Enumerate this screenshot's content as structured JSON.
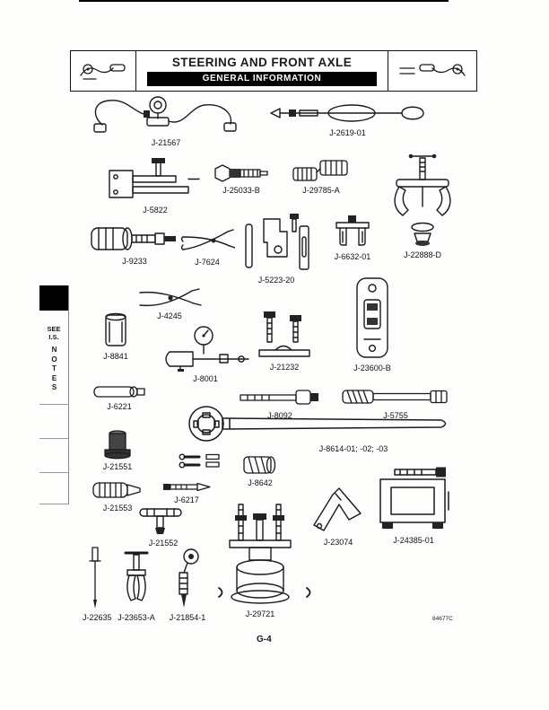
{
  "header": {
    "title": "STEERING AND FRONT AXLE",
    "subtitle": "GENERAL INFORMATION"
  },
  "side_tab": {
    "see": "SEE",
    "is": "I.S.",
    "notes": "NOTES"
  },
  "tools": [
    {
      "label": "J-21567",
      "icon": "pressure-gauge-hose-assembly"
    },
    {
      "label": "J-2619-01",
      "icon": "slide-hammer"
    },
    {
      "label": "J-5822",
      "icon": "remover-plate-tool"
    },
    {
      "label": "J-25033-B",
      "icon": "threaded-adapter"
    },
    {
      "label": "J-29785-A",
      "icon": "knurled-coupler"
    },
    {
      "label": "J-9233",
      "icon": "bushing-installer"
    },
    {
      "label": "J-7624",
      "icon": "snap-ring-pliers"
    },
    {
      "label": "J-5223-20",
      "icon": "installer-set"
    },
    {
      "label": "J-6632-01",
      "icon": "clamp-yoke"
    },
    {
      "label": "J-22888-D",
      "icon": "jaw-puller-with-cone"
    },
    {
      "label": "J-4245",
      "icon": "pliers"
    },
    {
      "label": "J-8841",
      "icon": "bushing-cylinder"
    },
    {
      "label": "J-8001",
      "icon": "dial-indicator-set"
    },
    {
      "label": "J-21232",
      "icon": "bolts-and-bar"
    },
    {
      "label": "J-23600-B",
      "icon": "gauge-plate"
    },
    {
      "label": "J-6221",
      "icon": "bushing-sleeve"
    },
    {
      "label": "J-8092",
      "icon": "driver-handle"
    },
    {
      "label": "J-5755",
      "icon": "knurled-driver"
    },
    {
      "label": "J-21551",
      "icon": "seal-installer-cup"
    },
    {
      "label": "J-8614-01; -02; -03",
      "icon": "locknut-wrench-set"
    },
    {
      "label": "J-8642",
      "icon": "socket-sleeve"
    },
    {
      "label": "J-6217",
      "icon": "drift-punch"
    },
    {
      "label": "J-21553",
      "icon": "ribbed-installer"
    },
    {
      "label": "J-21552",
      "icon": "t-handle-driver"
    },
    {
      "label": "J-23074",
      "icon": "angle-bracket"
    },
    {
      "label": "J-24385-01",
      "icon": "frame-fixture"
    },
    {
      "label": "J-22635",
      "icon": "awl"
    },
    {
      "label": "J-23653-A",
      "icon": "fork-puller"
    },
    {
      "label": "J-21854-1",
      "icon": "swivel-ball-rod"
    },
    {
      "label": "J-29721",
      "icon": "press-puller-set"
    }
  ],
  "footer": {
    "figure_code": "84677C",
    "page_number": "G-4"
  }
}
